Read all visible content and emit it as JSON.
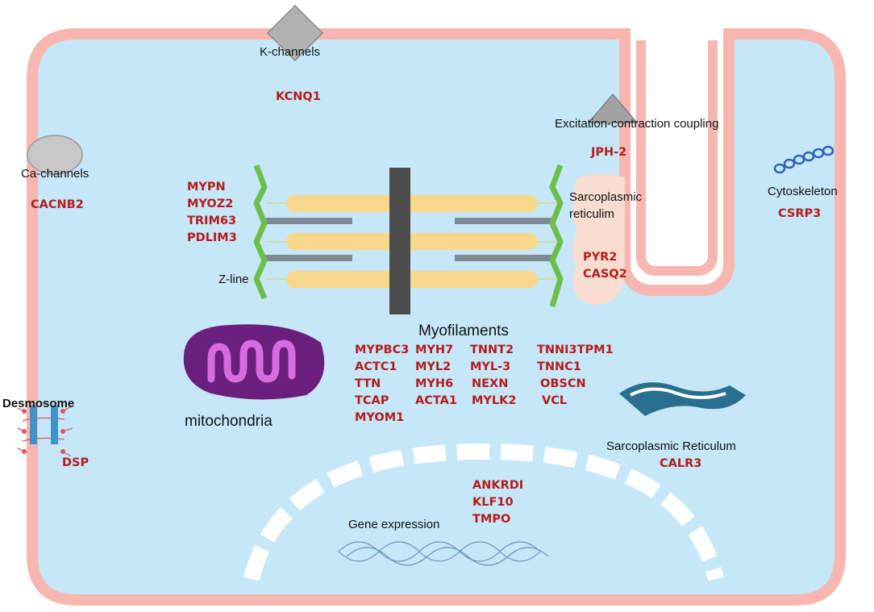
{
  "labels": {
    "k_channels": "K-channels",
    "ca_channels": "Ca-channels",
    "ecc": "Excitation-contraction coupling",
    "sr_upper_line1": "Sarcoplasmic",
    "sr_upper_line2": "reticulim",
    "cytoskeleton": "Cytoskeleton",
    "z_line": "Z-line",
    "myofilaments": "Myofilaments",
    "mitochondria": "mitochondria",
    "desmosome": "Desmosome",
    "sr_lower": "Sarcoplasmic Reticulum",
    "gene_expression": "Gene expression"
  },
  "genes": {
    "k": "KCNQ1",
    "ca": "CACNB2",
    "ecc": "JPH-2",
    "cyto": "CSRP3",
    "zline": [
      "MYPN",
      "MYOZ2",
      "TRIM63",
      "PDLIM3"
    ],
    "sr_upper": [
      "PYR2",
      "CASQ2"
    ],
    "myo_col1": [
      "MYPBC3",
      "ACTC1",
      "TTN",
      "TCAP",
      "MYOM1"
    ],
    "myo_col2": [
      "MYH7",
      "MYL2",
      "MYH6",
      "ACTA1"
    ],
    "myo_col3": [
      "TNNT2",
      "MYL-3",
      "NEXN",
      "MYLK2"
    ],
    "myo_col4": [
      "TNNI3TPM1",
      "TNNC1",
      "OBSCN",
      "VCL"
    ],
    "desmosome": "DSP",
    "sr_lower": "CALR3",
    "nucleus": [
      "ANKRDI",
      "KLF10",
      "TMPO"
    ]
  },
  "colors": {
    "membrane": "#f7b7b0",
    "cytoplasm": "#c6e7f8",
    "gene_text": "#b51c1c",
    "zline_green": "#6cc04a",
    "myosin": "#f8d98c",
    "actin": "#7d8a93",
    "mito_outer": "#6a1f7d",
    "mito_inner": "#d96be0",
    "sr_blue": "#2a6f8f"
  }
}
